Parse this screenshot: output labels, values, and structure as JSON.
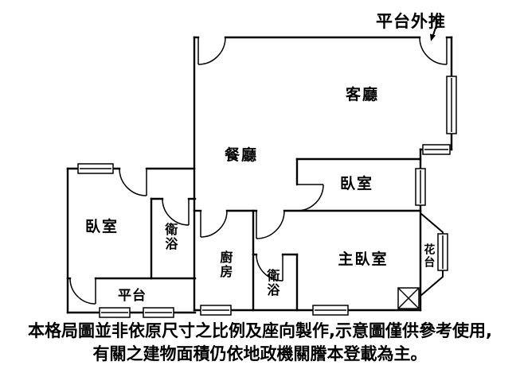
{
  "floorplan": {
    "annotation": "平台外推",
    "rooms": {
      "living_room": "客廳",
      "dining_room": "餐廳",
      "bedroom_right": "臥室",
      "bedroom_left": "臥室",
      "bathroom_top": "衛浴",
      "kitchen": "廚房",
      "bathroom_bottom": "衛浴",
      "master_bedroom": "主臥室",
      "flower_stand": "花台",
      "platform": "平台"
    }
  },
  "disclaimer": {
    "line1": "本格局圖並非依原尺寸之比例及座向製作,示意圖僅供參考使用,",
    "line2": "有關之建物面積仍依地政機關謄本登載為主。"
  },
  "colors": {
    "wall": "#000000",
    "background": "#ffffff",
    "text": "#000000"
  }
}
